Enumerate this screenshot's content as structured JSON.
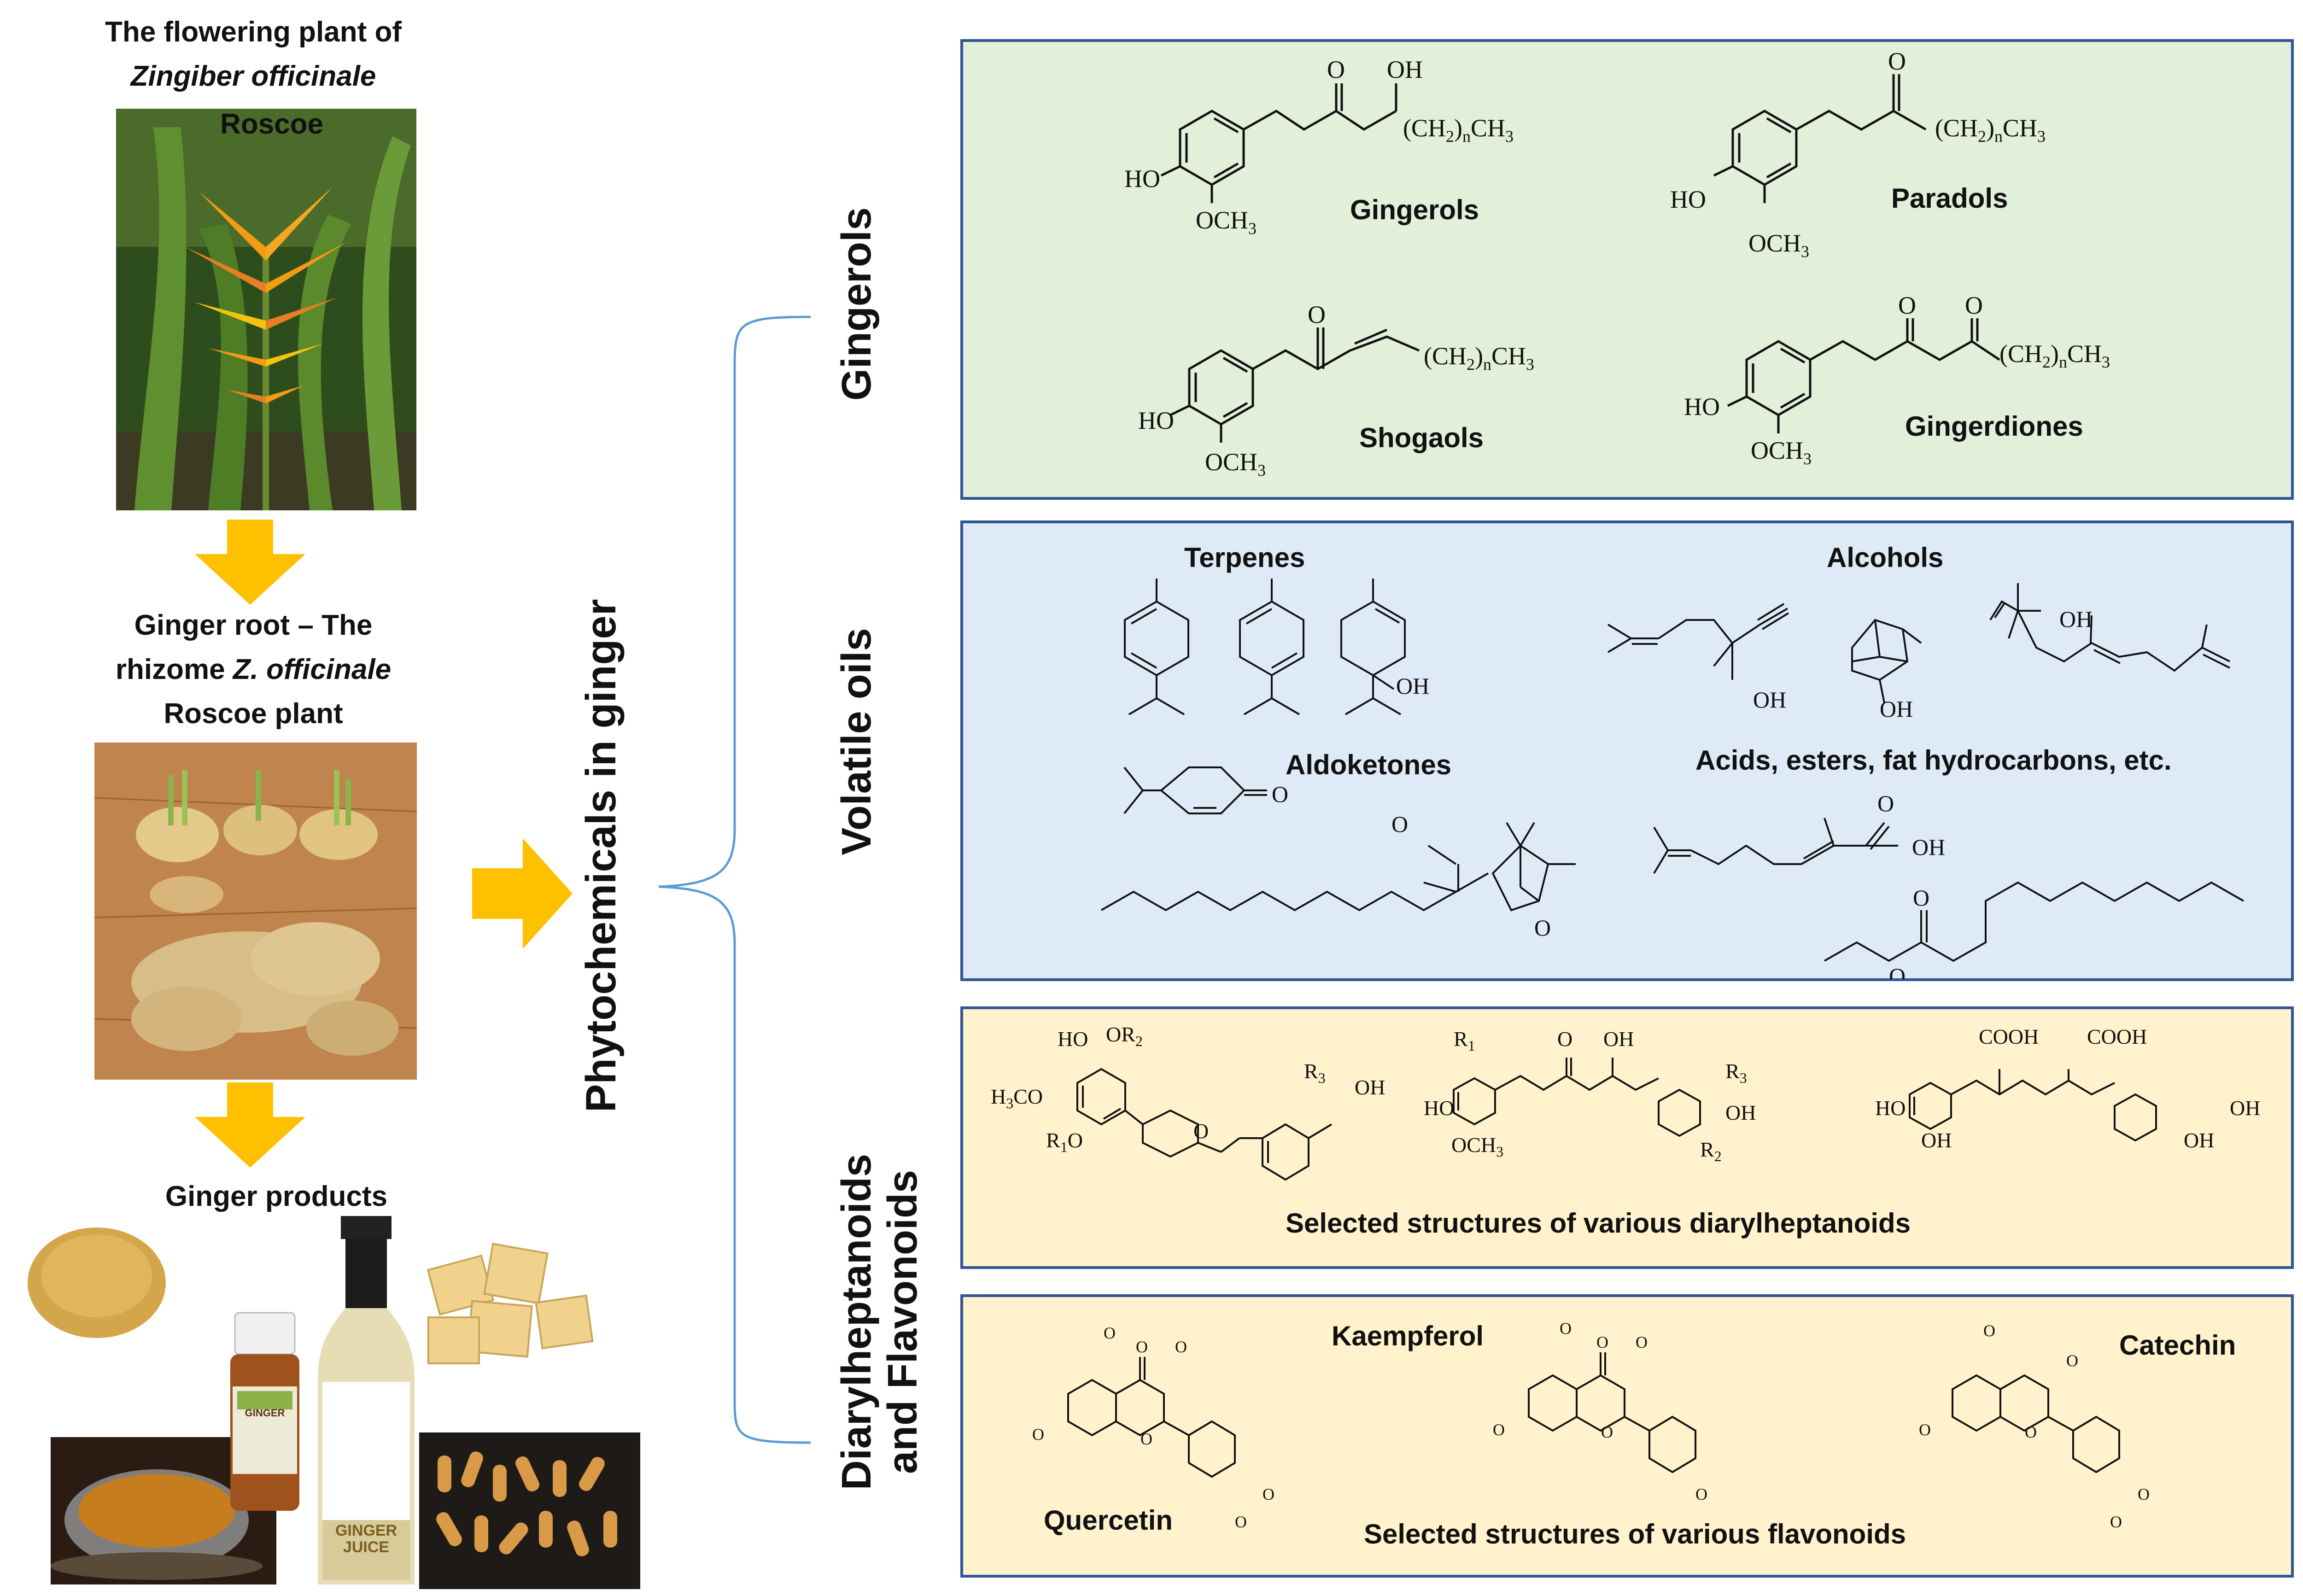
{
  "left": {
    "plant_title_line1": "The flowering plant of",
    "plant_title_line2": "Zingiber officinale",
    "plant_title_line3": "Roscoe",
    "root_title_line1": "Ginger root – The",
    "root_title_line2_a": "rhizome ",
    "root_title_line2_b": "Z. officinale",
    "root_title_line3": "Roscoe plant",
    "products_title": "Ginger products",
    "bottle_label": "GINGER",
    "juice_label_1": "GINGER",
    "juice_label_2": "JUICE"
  },
  "center": {
    "title": "Phytochemicals in ginger"
  },
  "categories": {
    "gingerols": "Gingerols",
    "volatile": "Volatile oils",
    "diaryl_line1": "Diarylheptanoids",
    "diaryl_line2": "and Flavonoids"
  },
  "gingerols_panel": {
    "gingerols": "Gingerols",
    "paradols": "Paradols",
    "shogaols": "Shogaols",
    "gingerdiones": "Gingerdiones"
  },
  "volatile_panel": {
    "terpenes": "Terpenes",
    "alcohols": "Alcohols",
    "aldoketones": "Aldoketones",
    "acids": "Acids, esters, fat hydrocarbons, etc."
  },
  "diaryl_panel": {
    "caption": "Selected structures of various diarylheptanoids"
  },
  "flavonoid_panel": {
    "kaempferol": "Kaempferol",
    "catechin": "Catechin",
    "quercetin": "Quercetin",
    "caption": "Selected structures of various flavonoids"
  },
  "colors": {
    "arrow": "#FFC000",
    "gingerol_bg": "#E2EFD9",
    "gingerol_border": "#2F5597",
    "volatile_bg": "#DEEBF7",
    "volatile_border": "#2F5597",
    "diaryl_bg": "#FFF2CC",
    "diaryl_border": "#2F5597",
    "bracket": "#5B9BD5"
  }
}
